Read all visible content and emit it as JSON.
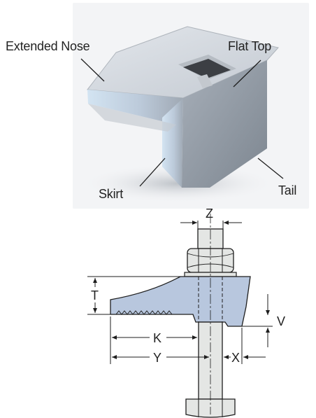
{
  "photo_labels": {
    "extended_nose": "Extended Nose",
    "flat_top": "Flat Top",
    "skirt": "Skirt",
    "tail": "Tail"
  },
  "dimensions": {
    "z": "Z",
    "t": "T",
    "v": "V",
    "k": "K",
    "y": "Y",
    "x": "X"
  },
  "colors": {
    "clamp_fill": "#b8c7de",
    "bolt_fill": "#e4e6e4",
    "line": "#1e1e1e"
  }
}
